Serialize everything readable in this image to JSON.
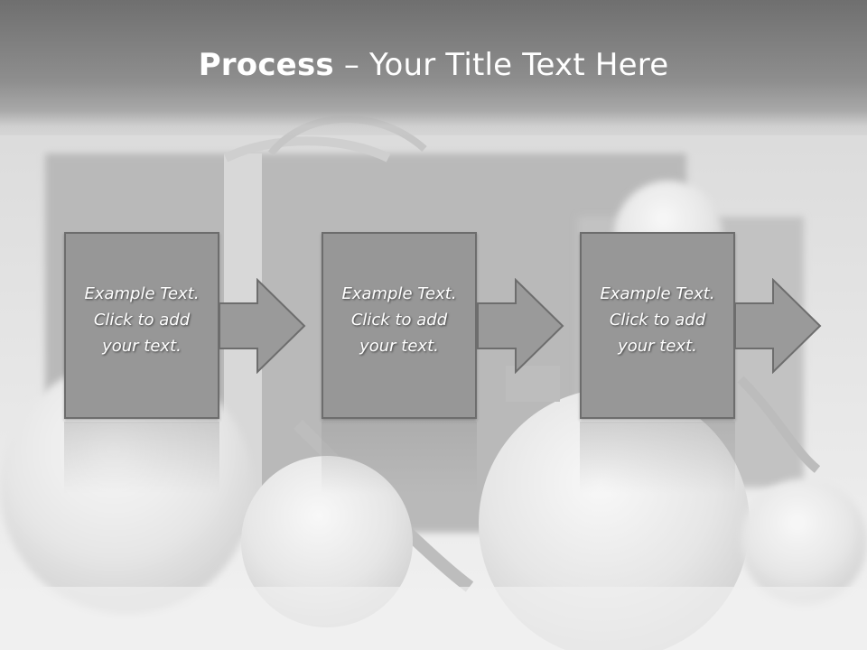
{
  "title": {
    "bold": "Process",
    "rest": " – Your Title Text Here"
  },
  "steps": [
    {
      "text": "Example Text.\nClick  to add\nyour text."
    },
    {
      "text": "Example Text.\nClick  to add\nyour text."
    },
    {
      "text": "Example Text.\nClick  to add\nyour text."
    }
  ],
  "colors": {
    "box_fill": "#979797",
    "box_border": "#6d6d6d",
    "arrow_fill": "#9a9a9a",
    "title_text": "#ffffff"
  },
  "background_image": "gift-box-and-ornaments-photo"
}
